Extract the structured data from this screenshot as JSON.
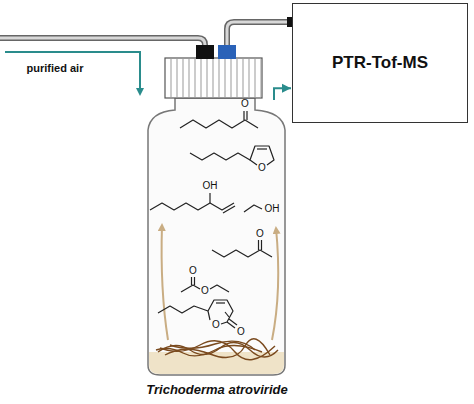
{
  "diagram": {
    "nodes": [
      {
        "text": [
          "PTR-Tof-MS"
        ]
      },
      {
        "text": [
          "Trichoderma atroviride"
        ]
      }
    ],
    "edges": [
      {
        "from": 1,
        "to": 0,
        "arrow": "to"
      }
    ],
    "labels": [
      "purified air",
      "O",
      "O",
      "OH",
      "OH",
      "O",
      "O",
      "O",
      "O",
      "O"
    ]
  }
}
